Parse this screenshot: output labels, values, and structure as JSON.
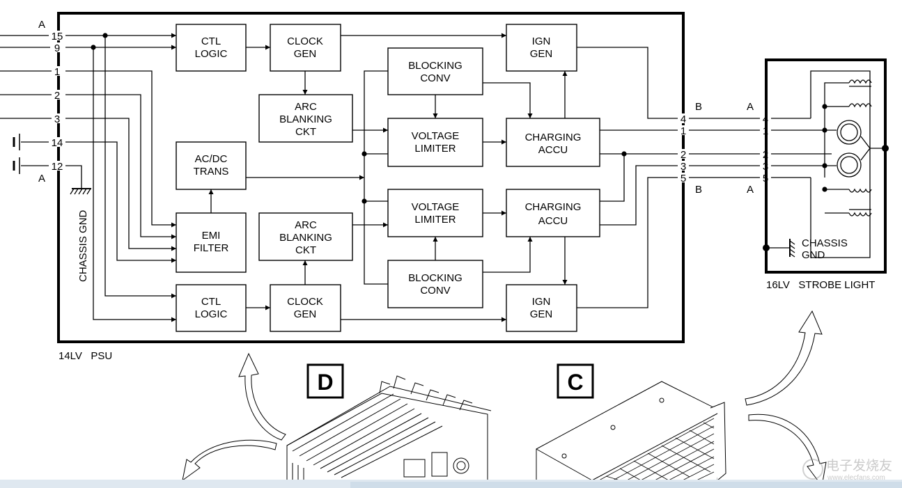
{
  "psu": {
    "label": "14LV   PSU",
    "chassis_gnd": "CHASSIS GND",
    "pin_group_label": "A",
    "pins": [
      "15",
      "9",
      "1",
      "2",
      "3",
      "14",
      "12"
    ],
    "blocks": {
      "ctl_logic_top": [
        "CTL",
        "LOGIC"
      ],
      "clock_gen_top": [
        "CLOCK",
        "GEN"
      ],
      "arc_blanking_top": [
        "ARC",
        "BLANKING",
        "CKT"
      ],
      "ac_dc_trans": [
        "AC/DC",
        "TRANS"
      ],
      "emi_filter": [
        "EMI",
        "FILTER"
      ],
      "arc_blanking_bottom": [
        "ARC",
        "BLANKING",
        "CKT"
      ],
      "ctl_logic_bottom": [
        "CTL",
        "LOGIC"
      ],
      "clock_gen_bottom": [
        "CLOCK",
        "GEN"
      ],
      "blocking_conv_top": [
        "BLOCKING",
        "CONV"
      ],
      "voltage_limiter_top": [
        "VOLTAGE",
        "LIMITER"
      ],
      "voltage_limiter_bottom": [
        "VOLTAGE",
        "LIMITER"
      ],
      "blocking_conv_bottom": [
        "BLOCKING",
        "CONV"
      ],
      "ign_gen_top": [
        "IGN",
        "GEN"
      ],
      "charging_accu_top": [
        "CHARGING",
        "ACCU"
      ],
      "charging_accu_bottom": [
        "CHARGING",
        "ACCU"
      ],
      "ign_gen_bottom": [
        "IGN",
        "GEN"
      ]
    },
    "output_group_label": "B",
    "output_pins": [
      "4",
      "1",
      "2",
      "3",
      "5"
    ]
  },
  "strobe": {
    "label": "16LV   STROBE LIGHT",
    "side_b": "B",
    "side_a": "A",
    "pins": [
      "4",
      "1",
      "2",
      "3",
      "5"
    ],
    "chassis_gnd": [
      "CHASSIS",
      "GND"
    ]
  },
  "views": {
    "view_d": "D",
    "view_c": "C"
  },
  "watermark": {
    "line1": "电子发烧友",
    "line2": "www.elecfans.com"
  }
}
